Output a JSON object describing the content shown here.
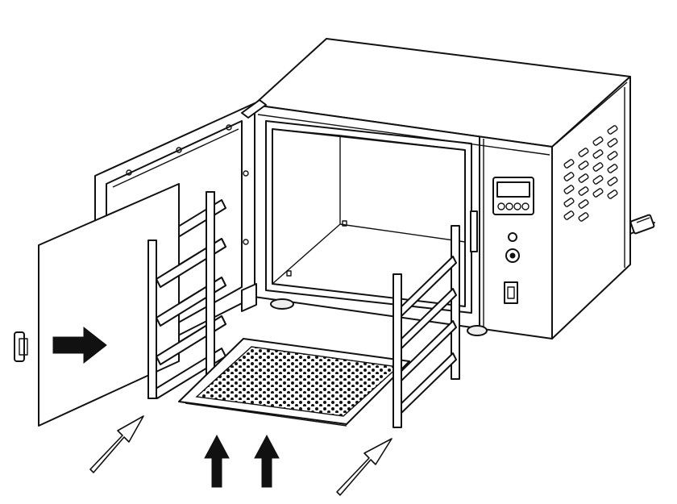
{
  "diagram": {
    "parts": [
      "oven-body",
      "open-door",
      "door-inner-panel",
      "left-shelf-rack",
      "right-shelf-rack",
      "perforated-tray",
      "control-panel",
      "power-cord"
    ],
    "arrows": [
      {
        "name": "insert-panel-arrow",
        "style": "solid"
      },
      {
        "name": "tray-up-arrow-1",
        "style": "solid"
      },
      {
        "name": "tray-up-arrow-2",
        "style": "solid"
      },
      {
        "name": "left-rack-arrow",
        "style": "hollow"
      },
      {
        "name": "right-rack-arrow",
        "style": "hollow"
      }
    ],
    "colors": {
      "stroke": "#111111",
      "background": "#ffffff"
    }
  }
}
